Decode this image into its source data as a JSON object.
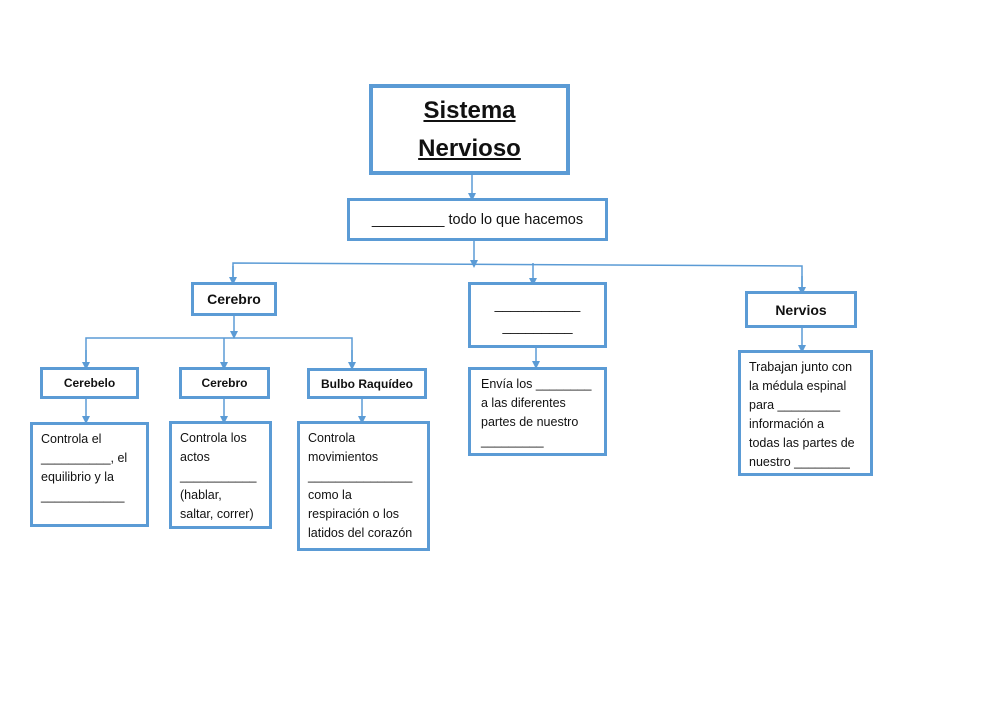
{
  "title": {
    "line1": "Sistema",
    "line2": "Nervioso"
  },
  "intro": "_________ todo lo que hacemos",
  "branches": {
    "cerebro": "Cerebro",
    "medula": {
      "line1": "___________",
      "line2": "_________"
    },
    "nervios": "Nervios"
  },
  "cerebro_parts": {
    "cerebelo": "Cerebelo",
    "cerebro": "Cerebro",
    "bulbo": "Bulbo Raquídeo"
  },
  "descriptions": {
    "cerebelo": [
      "Controla el",
      "__________, el",
      "equilibrio y la",
      "____________"
    ],
    "cerebro": [
      "Controla los",
      "actos",
      "___________",
      "(hablar,",
      "saltar, correr)"
    ],
    "bulbo": [
      "Controla",
      "movimientos",
      "_______________",
      "como la",
      "respiración o los",
      "latidos del corazón"
    ],
    "medula": [
      "Envía los ________",
      "a las diferentes",
      "partes de nuestro",
      "_________"
    ],
    "nervios": [
      "Trabajan junto con",
      "la médula espinal",
      "para _________",
      "información a",
      "todas las partes de",
      "nuestro ________"
    ]
  },
  "colors": {
    "border": "#5b9bd5",
    "connector": "#5b9bd5"
  }
}
